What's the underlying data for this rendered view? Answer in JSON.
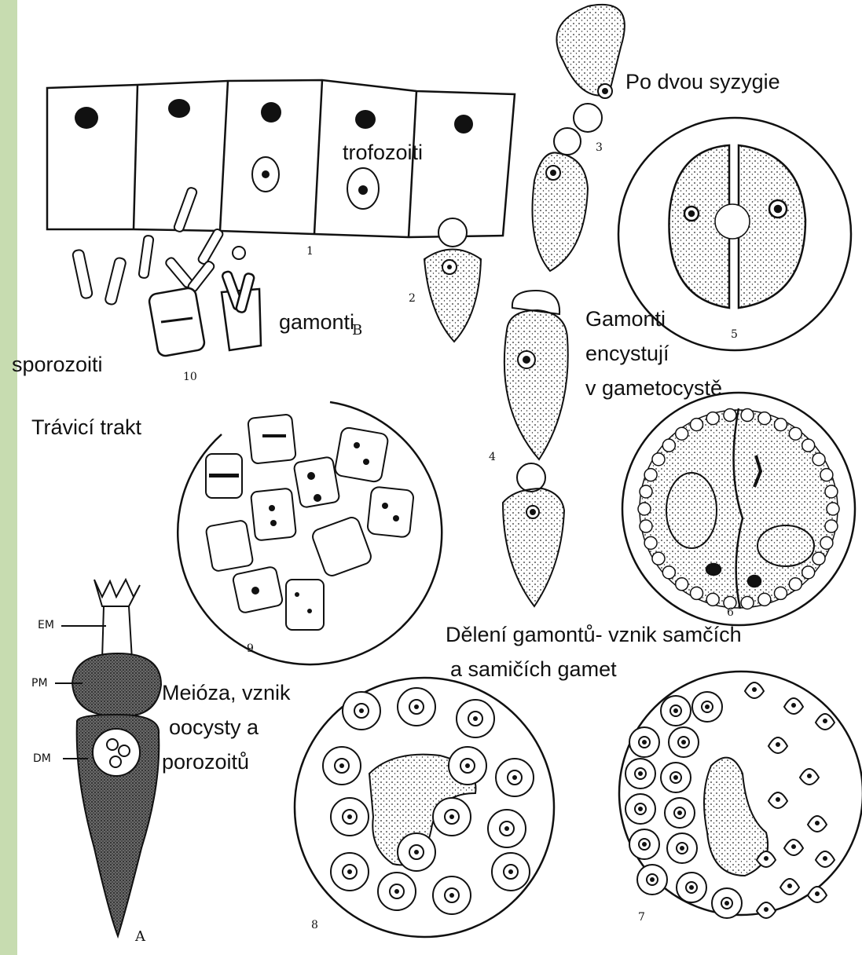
{
  "labels": {
    "trofozoiti": "trofozoiti",
    "po_dvou": "Po dvou syzygie",
    "gamonti": "gamonti",
    "sporozoiti": "sporozoiti",
    "gamonti_enc_1": "Gamonti",
    "gamonti_enc_2": "encystují",
    "gamonti_enc_3": "v gametocystě",
    "travici": "Trávicí trakt",
    "deleni_1": "Dělení gamontů- vznik samčích",
    "deleni_2": "a samičích gamet",
    "meioza_1": "Meióza, vznik",
    "meioza_2": "oocysty a",
    "meioza_3": "porozoitů"
  },
  "figure_numbers": {
    "n1": "1",
    "n2": "2",
    "n3": "3",
    "n4": "4",
    "n5": "5",
    "n6": "6",
    "n7": "7",
    "n8": "8",
    "n9": "9",
    "n10": "10",
    "B": "B",
    "A": "A"
  },
  "parasite_parts": {
    "em": "EM",
    "pm": "PM",
    "dm": "DM"
  },
  "colors": {
    "side_strip": "#c7dcb0",
    "ink": "#111111",
    "paper": "#ffffff"
  }
}
